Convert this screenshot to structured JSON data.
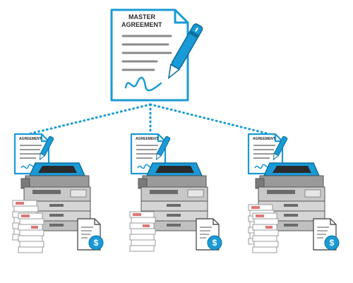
{
  "master": {
    "title_line1": "MASTER",
    "title_line2": "AGREEMENT"
  },
  "branches": [
    {
      "agreement_label": "AGREEMENT",
      "invoice_symbol": "$"
    },
    {
      "agreement_label": "AGREEMENT",
      "invoice_symbol": "$"
    },
    {
      "agreement_label": "AGREEMENT",
      "invoice_symbol": "$"
    }
  ],
  "colors": {
    "accent": "#1a9ad6",
    "outline": "#0f6f9e",
    "ink": "#2b2b2b",
    "copier_body": "#c8c8c8",
    "copier_dark": "#6b6b6b",
    "paper": "#ffffff",
    "text_lines": "#8a8a8a"
  },
  "icons": [
    "master-agreement-document-icon",
    "pen-icon",
    "agreement-document-icon",
    "copier-icon",
    "invoice-icon",
    "paper-stack-icon"
  ]
}
